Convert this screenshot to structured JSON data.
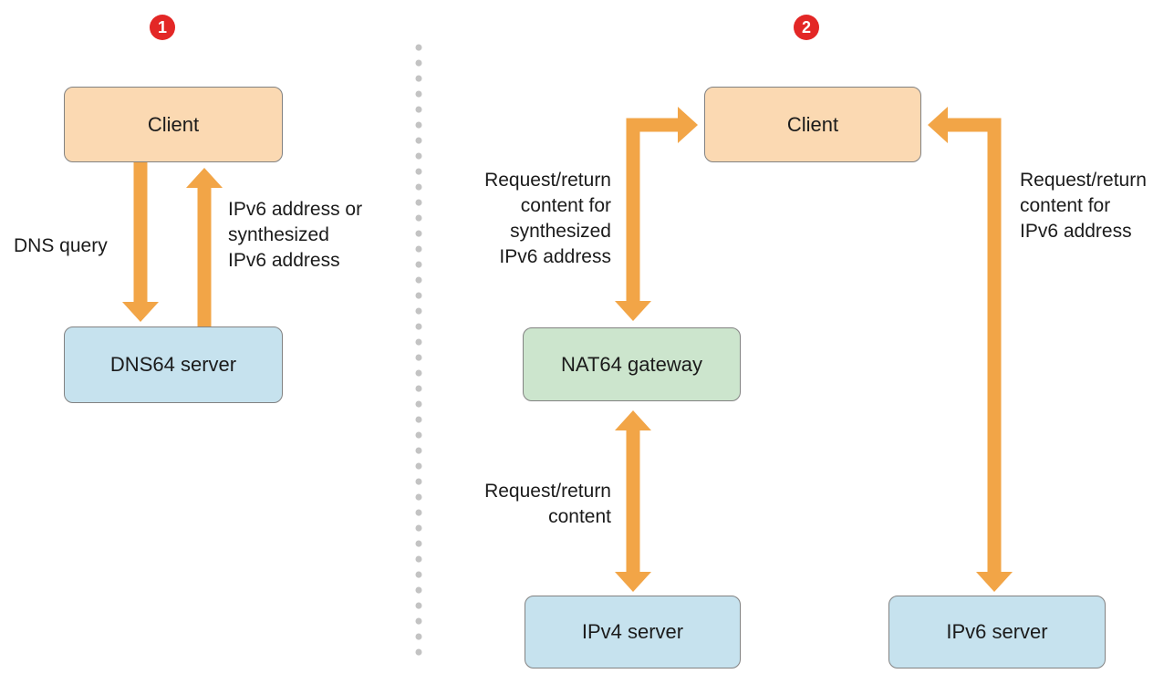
{
  "colors": {
    "arrow": "#F2A547",
    "client_fill": "#FBD9B2",
    "server_fill": "#C6E2EE",
    "gateway_fill": "#CCE5CD",
    "node_border": "#828282",
    "badge": "#E32726",
    "badge_text": "#FFFFFF",
    "dots": "#C3C3C3",
    "text": "#1B1B1B"
  },
  "diagram1": {
    "badge": "1",
    "nodes": {
      "client": "Client",
      "dns64": "DNS64 server"
    },
    "labels": {
      "dns_query": "DNS query",
      "ipv6_response": "IPv6 address or\nsynthesized\nIPv6 address"
    }
  },
  "diagram2": {
    "badge": "2",
    "nodes": {
      "client": "Client",
      "nat64": "NAT64 gateway",
      "ipv4": "IPv4 server",
      "ipv6": "IPv6 server"
    },
    "labels": {
      "synthesized": "Request/return\ncontent for\nsynthesized\nIPv6 address",
      "content": "Request/return\ncontent",
      "ipv6": "Request/return\ncontent for\nIPv6 address"
    }
  }
}
